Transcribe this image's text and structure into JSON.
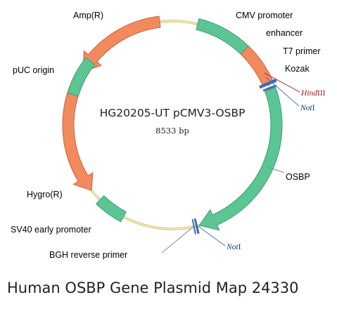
{
  "plasmid": {
    "name": "HG20205-UT pCMV3-OSBP",
    "size": "8533 bp"
  },
  "caption": "Human OSBP Gene Plasmid Map 24330",
  "features": [
    {
      "id": "cmv-promoter",
      "label": "CMV promoter",
      "color": "#5bc594"
    },
    {
      "id": "enhancer",
      "label": "enhancer",
      "color": "#f28a5e"
    },
    {
      "id": "t7-primer",
      "label": "T7 primer",
      "color": "#3d6cb3"
    },
    {
      "id": "kozak",
      "label": "Kozak",
      "color": "#3d6cb3"
    },
    {
      "id": "osbp",
      "label": "OSBP",
      "color": "#5bc594"
    },
    {
      "id": "bgh-reverse-primer",
      "label": "BGH reverse primer",
      "color": "#3d6cb3"
    },
    {
      "id": "sv40-early-promoter",
      "label": "SV40 early promoter",
      "color": "#5bc594"
    },
    {
      "id": "hygro-r",
      "label": "Hygro(R)",
      "color": "#f28a5e"
    },
    {
      "id": "puc-origin",
      "label": "pUC origin",
      "color": "#5bc594"
    },
    {
      "id": "amp-r",
      "label": "Amp(R)",
      "color": "#f28a5e"
    }
  ],
  "sites": [
    {
      "label_italic": "Hind",
      "label_rest": "III",
      "color": "#8b1a1a"
    },
    {
      "label_italic": "Not",
      "label_rest": "I",
      "color": "#1a3a6b"
    },
    {
      "label_italic": "Not",
      "label_rest": "I",
      "color": "#1a3a6b"
    }
  ],
  "colors": {
    "backbone": "#efe7a8",
    "backbone_edge": "#c9bf72",
    "feature_stroke_green": "#3f9e70",
    "feature_stroke_orange": "#c9643b"
  }
}
